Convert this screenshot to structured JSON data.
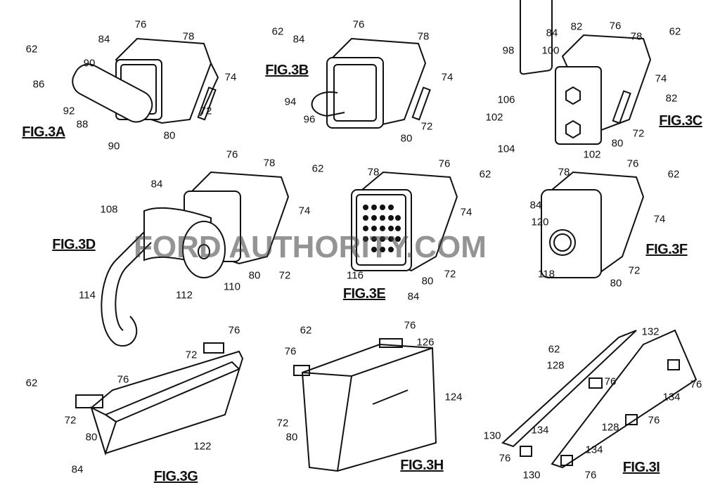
{
  "watermark": "FORD AUTHORITY.COM",
  "figures": [
    {
      "id": "3A",
      "title": "FIG.3A",
      "labels": [
        "76",
        "84",
        "78",
        "62",
        "90",
        "74",
        "86",
        "92",
        "72",
        "88",
        "80",
        "90"
      ]
    },
    {
      "id": "3B",
      "title": "FIG.3B",
      "labels": [
        "62",
        "76",
        "84",
        "78",
        "74",
        "94",
        "96",
        "72",
        "80"
      ]
    },
    {
      "id": "3C",
      "title": "FIG.3C",
      "labels": [
        "84",
        "82",
        "76",
        "78",
        "62",
        "98",
        "100",
        "74",
        "106",
        "82",
        "102",
        "72",
        "80",
        "104",
        "102"
      ]
    },
    {
      "id": "3D",
      "title": "FIG.3D",
      "labels": [
        "76",
        "78",
        "62",
        "84",
        "108",
        "74",
        "72",
        "80",
        "110",
        "112",
        "114"
      ]
    },
    {
      "id": "3E",
      "title": "FIG.3E",
      "labels": [
        "78",
        "76",
        "62",
        "74",
        "116",
        "72",
        "80",
        "84"
      ]
    },
    {
      "id": "3F",
      "title": "FIG.3F",
      "labels": [
        "78",
        "76",
        "62",
        "84",
        "74",
        "120",
        "118",
        "72",
        "80"
      ]
    },
    {
      "id": "3G",
      "title": "FIG.3G",
      "labels": [
        "76",
        "72",
        "62",
        "76",
        "72",
        "80",
        "122",
        "84"
      ]
    },
    {
      "id": "3H",
      "title": "FIG.3H",
      "labels": [
        "62",
        "76",
        "126",
        "76",
        "124",
        "72",
        "80"
      ]
    },
    {
      "id": "3I",
      "title": "FIG.3I",
      "labels": [
        "132",
        "62",
        "128",
        "76",
        "134",
        "76",
        "76",
        "128",
        "130",
        "134",
        "134",
        "76",
        "130",
        "76"
      ]
    }
  ]
}
